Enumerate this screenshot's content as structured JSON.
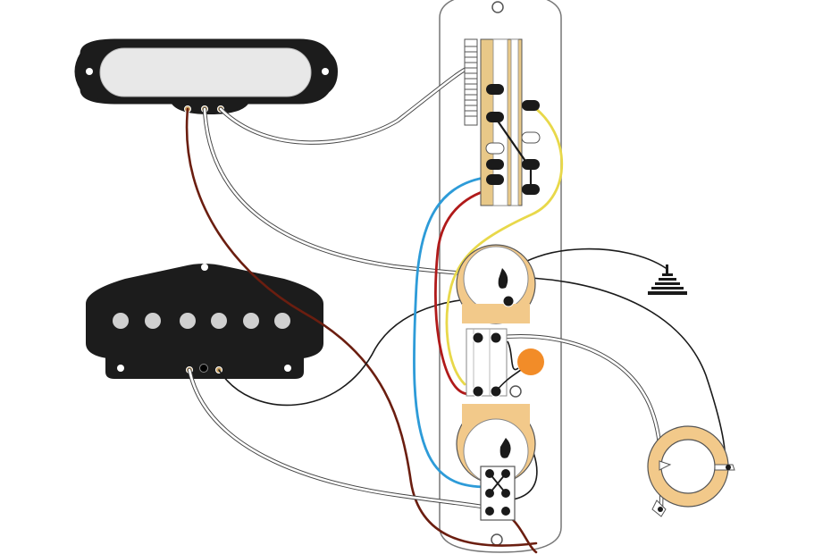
{
  "diagram": {
    "caption_text": "",
    "components": [
      {
        "id": "neck-pickup",
        "kind": "single-coil pickup"
      },
      {
        "id": "bridge-pickup",
        "kind": "bridge pickup"
      },
      {
        "id": "control-plate",
        "kind": "control plate"
      },
      {
        "id": "selector-switch",
        "kind": "blade switch"
      },
      {
        "id": "volume-pot",
        "kind": "potentiometer"
      },
      {
        "id": "tone-pot",
        "kind": "potentiometer"
      },
      {
        "id": "tone-capacitor",
        "kind": "capacitor"
      },
      {
        "id": "push-pull-switch",
        "kind": "DPDT switch"
      },
      {
        "id": "output-jack",
        "kind": "jack"
      },
      {
        "id": "ground-symbol",
        "kind": "ground"
      }
    ],
    "colors": {
      "wire_white": "#ffffff",
      "wire_black": "#1a1a1a",
      "wire_brown": "#6b1e10",
      "wire_red": "#b01a1a",
      "wire_yellow": "#e8d84a",
      "wire_blue": "#2d9bd8",
      "wire_green": "#78b832",
      "pot_body": "#f2c98a",
      "capacitor": "#f28c28",
      "pickup_cover": "#e8e8e8",
      "pickup_body": "#1c1c1c",
      "plate_fill": "#ffffff",
      "outline": "#555555"
    }
  }
}
